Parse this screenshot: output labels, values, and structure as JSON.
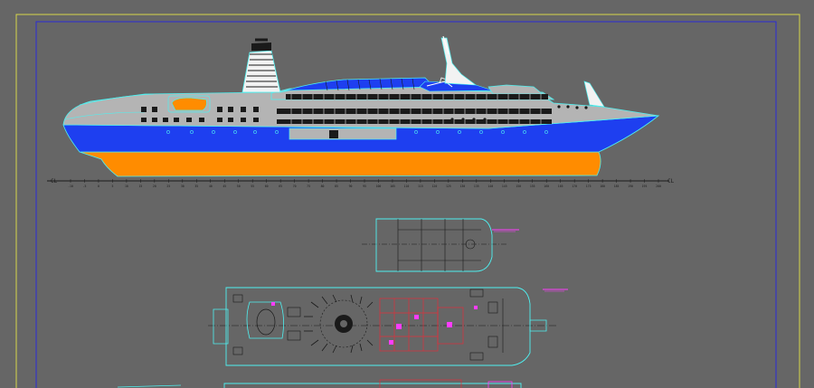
{
  "drawing": {
    "centerline_label_left": "CL",
    "centerline_label_right": "CL",
    "frame_numbers": [
      "-10",
      "-5",
      "0",
      "5",
      "10",
      "15",
      "20",
      "25",
      "30",
      "35",
      "40",
      "45",
      "50",
      "55",
      "60",
      "65",
      "70",
      "75",
      "80",
      "85",
      "90",
      "95",
      "100",
      "105",
      "110",
      "115",
      "120",
      "125",
      "130",
      "135",
      "140",
      "145",
      "150",
      "155",
      "160",
      "165",
      "170",
      "175",
      "180",
      "185",
      "190",
      "195",
      "200"
    ],
    "colors": {
      "background": "#666666",
      "outer_frame": "#d6d64a",
      "inner_frame": "#2a2ad8",
      "hull_blue": "#1e3ff0",
      "hull_orange": "#ff8c00",
      "superstructure": "#b4b4b4",
      "outline": "#4ff0f0",
      "annotation": "#ff3cff",
      "interior_red": "#e0303c",
      "windows": "#1a1a1a"
    },
    "icons": [
      "ship-profile-icon",
      "deck-plan-icon",
      "lifeboat-icon",
      "funnel-icon",
      "mast-icon"
    ]
  }
}
